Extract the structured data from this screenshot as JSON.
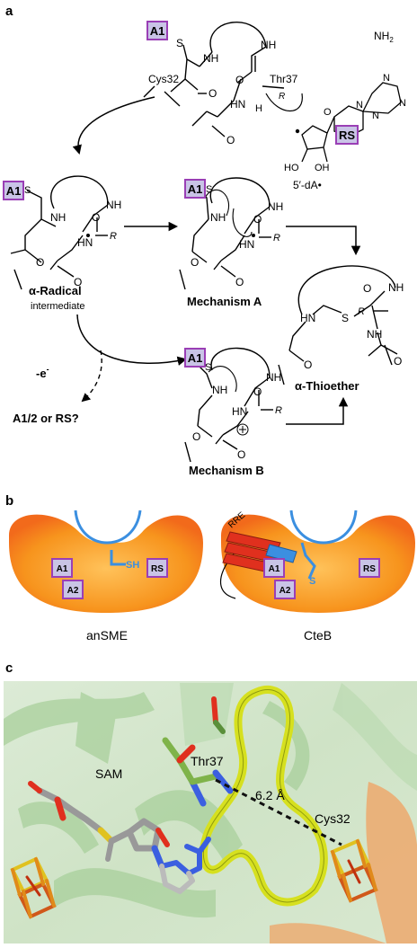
{
  "panels": {
    "a": {
      "label": "a",
      "cys32": "Cys32",
      "thr37": "Thr37",
      "nh2": "NH",
      "nh2sub": "2",
      "dA": "5′-dA•",
      "alpha_radical": "α-Radical",
      "intermediate": "intermediate",
      "mechanism_a": "Mechanism A",
      "mechanism_b": "Mechanism B",
      "alpha_thioether": "α-Thioether",
      "e_minus": "-e",
      "e_sup": "-",
      "electron_acceptor": "A1/2 or RS?",
      "clusters": {
        "A1": "A1",
        "A2": "A2",
        "RS": "RS"
      },
      "atoms": {
        "NH": "NH",
        "HN": "HN",
        "O": "O",
        "S": "S",
        "R": "R",
        "H": "H",
        "HO": "HO",
        "OH": "OH",
        "N": "N"
      }
    },
    "b": {
      "label": "b",
      "left_enzyme": "anSME",
      "right_enzyme": "CteB",
      "rre": "RRE",
      "sh": "SH",
      "s": "S"
    },
    "c": {
      "label": "c",
      "sam": "SAM",
      "thr37": "Thr37",
      "distance": "6.2 Å",
      "cys32": "Cys32"
    }
  },
  "colors": {
    "cluster_fill": "#c9c4e6",
    "cluster_border": "#9a3fb5",
    "enzyme_orange": "#f58a1f",
    "loop_blue": "#3b8fe0",
    "rre_red": "#e0301e",
    "protein_green": "#8fbf84",
    "loop_yellow": "#d6e01f"
  }
}
